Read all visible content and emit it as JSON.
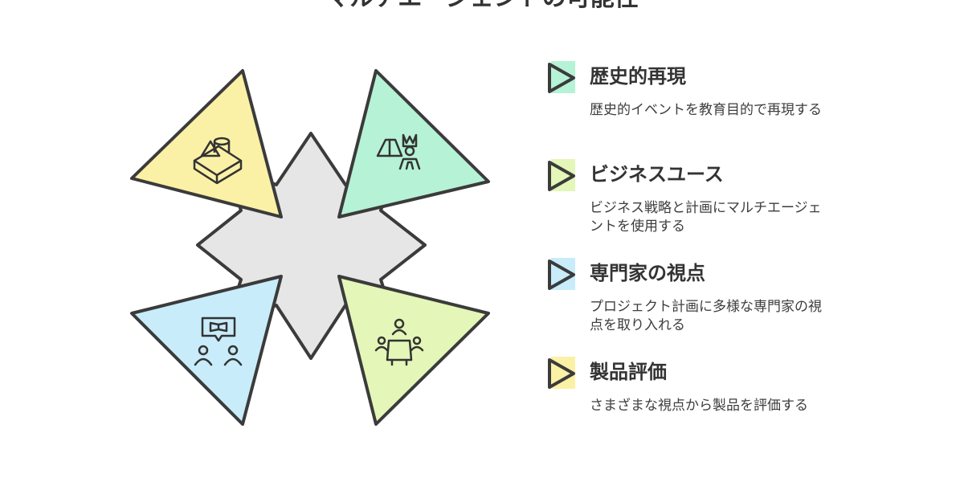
{
  "title": "マルチエージェントの可能性",
  "colors": {
    "yellow": "#fbf1a6",
    "green": "#b6f2d6",
    "blue": "#c8ecfa",
    "lime": "#e4f6b8",
    "center": "#e6e6e6",
    "stroke": "#3b3b3b"
  },
  "diagram": {
    "quadrants": [
      {
        "position": "top-left",
        "icon": "blocks-icon",
        "color": "#fbf1a6"
      },
      {
        "position": "top-right",
        "icon": "tent-king-icon",
        "color": "#b6f2d6"
      },
      {
        "position": "bottom-left",
        "icon": "book-people-icon",
        "color": "#c8ecfa"
      },
      {
        "position": "bottom-right",
        "icon": "meeting-icon",
        "color": "#e4f6b8"
      }
    ]
  },
  "items": [
    {
      "title": "歴史的再現",
      "description": "歴史的イベントを教育目的で再現する",
      "marker_color": "#b6f2d6"
    },
    {
      "title": "ビジネスユース",
      "description": "ビジネス戦略と計画にマルチエージェントを使用する",
      "marker_color": "#e4f6b8"
    },
    {
      "title": "専門家の視点",
      "description": "プロジェクト計画に多様な専門家の視点を取り入れる",
      "marker_color": "#c8ecfa"
    },
    {
      "title": "製品評価",
      "description": "さまざまな視点から製品を評価する",
      "marker_color": "#fbf1a6"
    }
  ]
}
